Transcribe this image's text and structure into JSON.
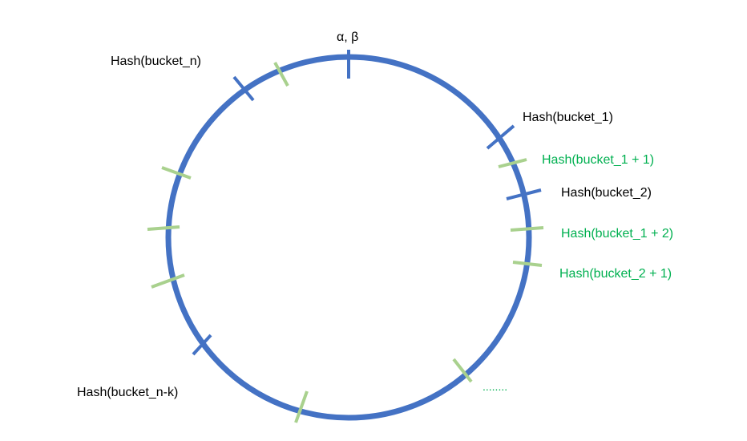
{
  "colors": {
    "ring": "#4472C4",
    "bucket_tick": "#4472C4",
    "replica_tick": "#A9D18E",
    "green_text": "#00B050",
    "dark_text": "#000000"
  },
  "labels": {
    "top": "α, β",
    "bucket_n": "Hash(bucket_n)",
    "bucket_1": "Hash(bucket_1)",
    "bucket_1_plus_1": "Hash(bucket_1 + 1)",
    "bucket_2": "Hash(bucket_2)",
    "bucket_1_plus_2": "Hash(bucket_1 + 2)",
    "bucket_2_plus_1": "Hash(bucket_2 + 1)",
    "bucket_n_minus_k": "Hash(bucket_n-k)",
    "ellipsis": "........"
  }
}
